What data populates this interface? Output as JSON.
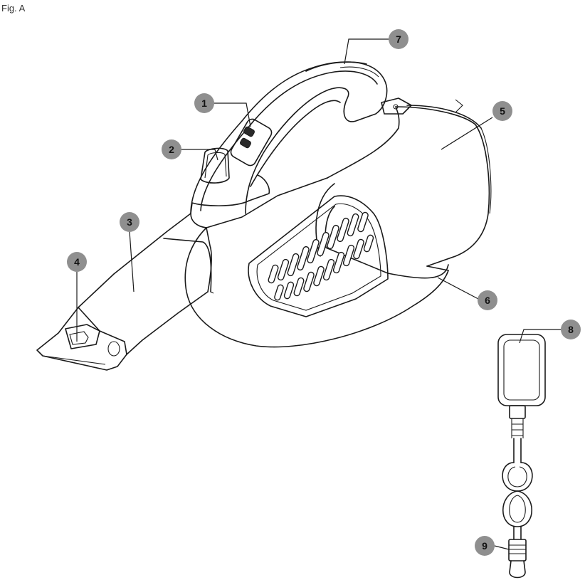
{
  "figure": {
    "label": "Fig. A"
  },
  "callouts": [
    {
      "number": "1",
      "part": "on-off-switch"
    },
    {
      "number": "2",
      "part": "release-button"
    },
    {
      "number": "3",
      "part": "crevice-nozzle"
    },
    {
      "number": "4",
      "part": "nozzle-tip"
    },
    {
      "number": "5",
      "part": "dust-bowl"
    },
    {
      "number": "6",
      "part": "vent-grille"
    },
    {
      "number": "7",
      "part": "handle"
    },
    {
      "number": "8",
      "part": "charger"
    },
    {
      "number": "9",
      "part": "charger-plug"
    }
  ]
}
